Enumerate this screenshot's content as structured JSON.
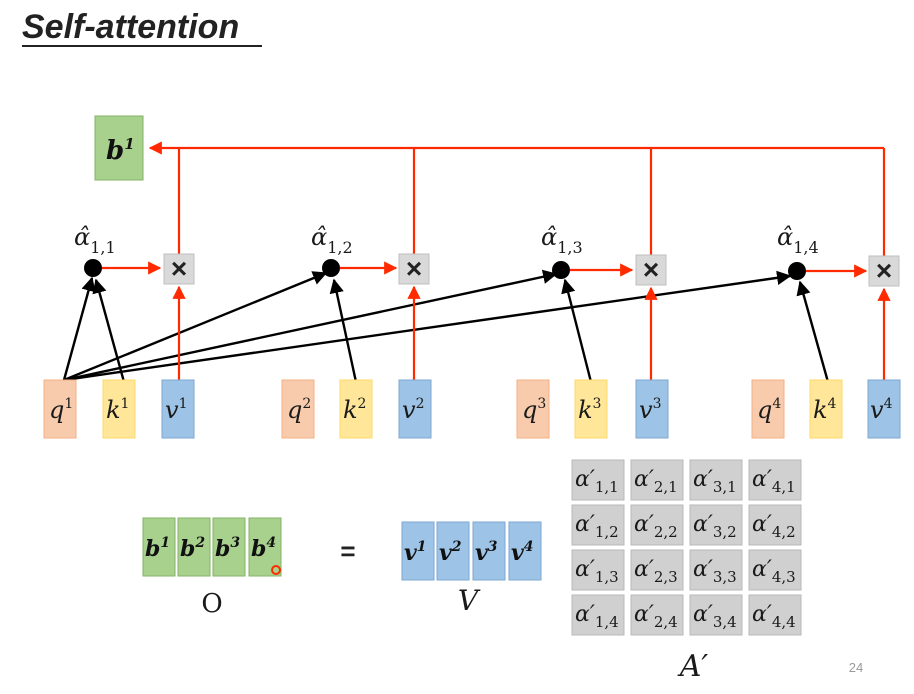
{
  "title": "Self-attention",
  "page_number": "24",
  "output_label": "b",
  "output_sup": "1",
  "multiply_symbol": "×",
  "alpha_hat": "α̂",
  "groups": [
    {
      "q": "q",
      "k": "k",
      "v": "v",
      "sup": "1",
      "alpha_sub": "1,1"
    },
    {
      "q": "q",
      "k": "k",
      "v": "v",
      "sup": "2",
      "alpha_sub": "1,2"
    },
    {
      "q": "q",
      "k": "k",
      "v": "v",
      "sup": "3",
      "alpha_sub": "1,3"
    },
    {
      "q": "q",
      "k": "k",
      "v": "v",
      "sup": "4",
      "alpha_sub": "1,4"
    }
  ],
  "equation": {
    "O_letter": "b",
    "O_sups": [
      "1",
      "2",
      "3",
      "4"
    ],
    "O_label": "O",
    "equals": "=",
    "V_letter": "v",
    "V_sups": [
      "1",
      "2",
      "3",
      "4"
    ],
    "V_label": "V",
    "A_label": "A′",
    "A_letter": "α′",
    "A_subs": [
      [
        "1,1",
        "2,1",
        "3,1",
        "4,1"
      ],
      [
        "1,2",
        "2,2",
        "3,2",
        "4,2"
      ],
      [
        "1,3",
        "2,3",
        "3,3",
        "4,3"
      ],
      [
        "1,4",
        "2,4",
        "3,4",
        "4,4"
      ]
    ]
  },
  "colors": {
    "q": "#f8cbad",
    "k": "#ffe699",
    "v": "#9dc3e6",
    "b": "#a9d18e",
    "arrow_red": "#ff2a00",
    "arrow_black": "#000000",
    "multiply_box": "#d9d9d9",
    "matrix_cell": "#d0d0d0"
  }
}
